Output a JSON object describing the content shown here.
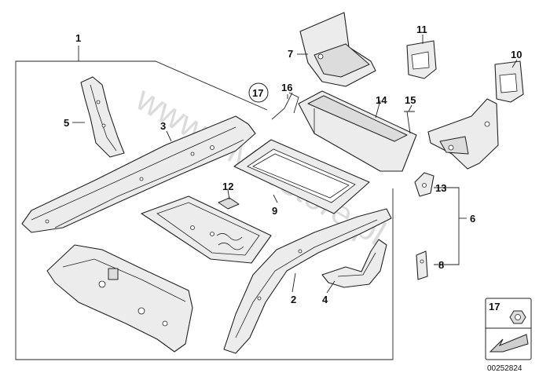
{
  "diagram": {
    "labels": {
      "p1": "1",
      "p2": "2",
      "p3": "3",
      "p4": "4",
      "p5": "5",
      "p6": "6",
      "p7": "7",
      "p8": "8",
      "p9": "9",
      "p10": "10",
      "p11": "11",
      "p12": "12",
      "p13": "13",
      "p14": "14",
      "p15": "15",
      "p16": "16",
      "p17": "17"
    },
    "watermark": "www.BMWstore.pl",
    "legend": {
      "label": "17"
    },
    "reference_number": "00252824"
  }
}
